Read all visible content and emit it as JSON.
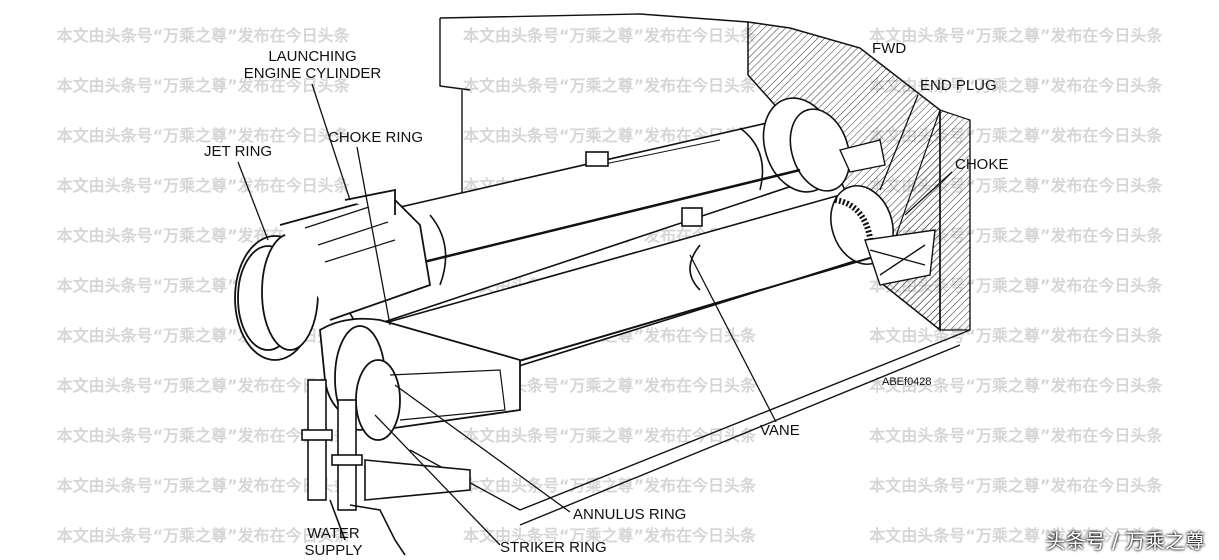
{
  "watermark_text": "本文由头条号“万乘之尊”发布在今日头条",
  "source_tag": "头条号 / 万乘之尊",
  "figure_id": "ABEf0428",
  "labels": {
    "launching_engine_cylinder_1": "LAUNCHING",
    "launching_engine_cylinder_2": "ENGINE CYLINDER",
    "jet_ring": "JET RING",
    "choke_ring": "CHOKE RING",
    "fwd": "FWD",
    "end_plug": "END PLUG",
    "choke": "CHOKE",
    "vane": "VANE",
    "annulus_ring": "ANNULUS RING",
    "striker_ring": "STRIKER RING",
    "water_supply_1": "WATER",
    "water_supply_2": "SUPPLY"
  },
  "colors": {
    "line": "#111111",
    "watermark": "#d6d6d6",
    "hatch": "#333333"
  }
}
